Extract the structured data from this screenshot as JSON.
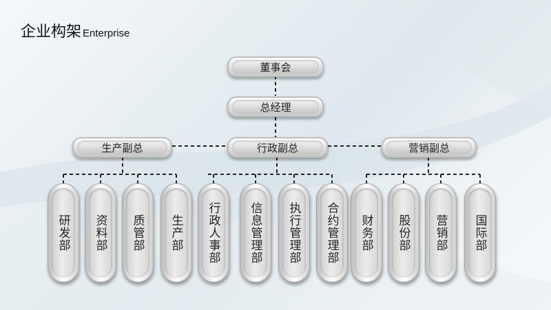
{
  "slide": {
    "title_zh": "企业构架",
    "title_en": "Enterprise"
  },
  "org": {
    "root": "董事会",
    "gm": "总经理",
    "vps": [
      "生产副总",
      "行政副总",
      "营销副总"
    ],
    "departments": [
      "研发部",
      "资料部",
      "质管部",
      "生产部",
      "行政人事部",
      "信息管理部",
      "执行管理部",
      "合约管理部",
      "财务部",
      "股份部",
      "营销部",
      "国际部"
    ]
  },
  "colors": {
    "connector": "#222222",
    "pill_border": "#bdbdbd",
    "text": "#222222"
  }
}
